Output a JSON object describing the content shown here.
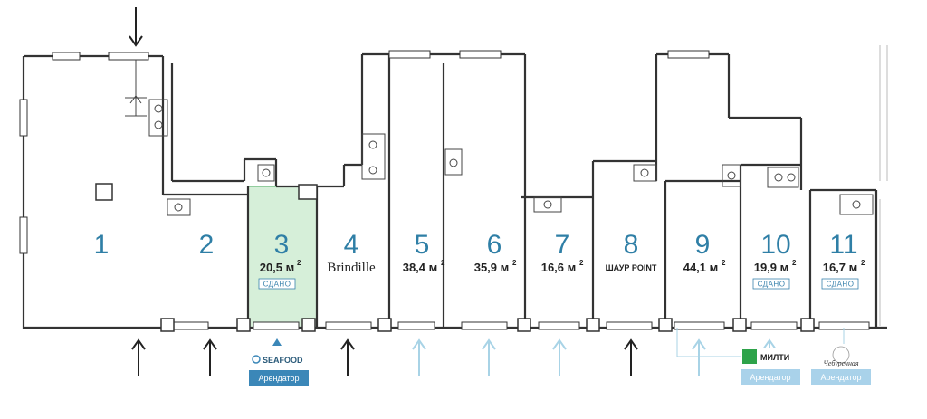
{
  "units": [
    {
      "number": "1",
      "area": "",
      "brand": "",
      "badge": ""
    },
    {
      "number": "2",
      "area": "",
      "brand": "",
      "badge": ""
    },
    {
      "number": "3",
      "area": "20,5",
      "brand": "",
      "badge": "СДАНО"
    },
    {
      "number": "4",
      "area": "",
      "brand": "Brindille",
      "badge": ""
    },
    {
      "number": "5",
      "area": "38,4",
      "brand": "",
      "badge": ""
    },
    {
      "number": "6",
      "area": "35,9",
      "brand": "",
      "badge": ""
    },
    {
      "number": "7",
      "area": "16,6",
      "brand": "",
      "badge": ""
    },
    {
      "number": "8",
      "area": "",
      "brand": "ШАУР POINT",
      "badge": ""
    },
    {
      "number": "9",
      "area": "44,1",
      "brand": "",
      "badge": ""
    },
    {
      "number": "10",
      "area": "19,9",
      "brand": "",
      "badge": "СДАНО"
    },
    {
      "number": "11",
      "area": "16,7",
      "brand": "",
      "badge": "СДАНО"
    }
  ],
  "area_unit": "м",
  "area_sup": "2",
  "tenants": [
    {
      "logo": "SEAFOOD",
      "label": "Арендатор",
      "color": "#3b87b8"
    },
    {
      "logo": "МИЛТИ",
      "label": "Арендатор",
      "color": "#a9d2ea"
    },
    {
      "logo": "Чебуречная",
      "label": "Арендатор",
      "color": "#a9d2ea"
    }
  ],
  "colors": {
    "highlight_fill": "#d6efd9",
    "highlight_stroke": "#7cc28a",
    "unit_number": "#2f7fa6",
    "arrow_dark": "#222222",
    "arrow_light": "#a8d3e6"
  }
}
